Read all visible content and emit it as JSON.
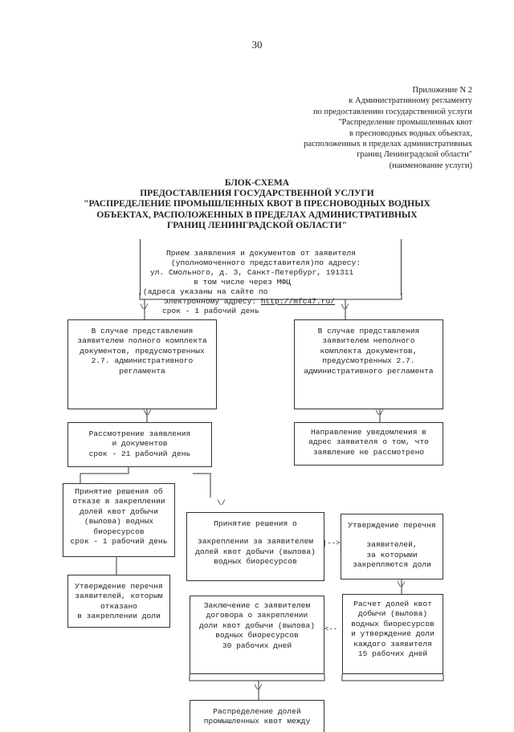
{
  "page_number": "30",
  "appendix": {
    "lines": [
      "Приложение N 2",
      "к Административному регламенту",
      "по предоставлению государственной услуги",
      "\"Распределение промышленных квот",
      "в пресноводных водных объектах,",
      "расположенных в пределах административных",
      "границ Ленинградской области\"",
      "(наименование услуги)"
    ]
  },
  "title": {
    "lines": [
      "БЛОК-СХЕМА",
      "ПРЕДОСТАВЛЕНИЯ ГОСУДАРСТВЕННОЙ УСЛУГИ",
      "\"РАСПРЕДЕЛЕНИЕ ПРОМЫШЛЕННЫХ КВОТ В ПРЕСНОВОДНЫХ ВОДНЫХ",
      "ОБЪЕКТАХ, РАСПОЛОЖЕННЫХ В ПРЕДЕЛАХ АДМИНИСТРАТИВНЫХ",
      "ГРАНИЦ ЛЕНИНГРАДСКОЙ ОБЛАСТИ\""
    ]
  },
  "flow": {
    "arrow_label": "\\/",
    "side_arrow": "|-->",
    "back_arrow": "<--",
    "intake": {
      "line1": "Прием заявления и документов от заявителя",
      "line2": "(уполномоченного представителя)по адресу:",
      "line3": "ул. Смольного, д. 3, Санкт-Петербург, 191311",
      "line4": "в том числе через МФЦ",
      "line5": "(адреса указаны на сайте по",
      "line6_prefix": "электронному адресу: ",
      "line6_link": "http://mfc47.ru/",
      "line7": "срок - 1 рабочий день"
    },
    "full_docs": {
      "lines": [
        "В случае представления",
        "заявителем полного комплекта",
        "документов, предусмотренных",
        "2.7. административного",
        "регламента"
      ]
    },
    "incomplete_docs": {
      "lines": [
        "В случае представления",
        "заявителем неполного",
        "комплекта документов,",
        "предусмотренных 2.7.",
        "административного регламента"
      ]
    },
    "review": {
      "lines": [
        "Рассмотрение заявления",
        "и документов",
        "срок - 21 рабочий день"
      ]
    },
    "notice": {
      "lines": [
        "Направление уведомления в",
        "адрес заявителя о том, что",
        "заявление не рассмотрено"
      ]
    },
    "refusal_decision": {
      "lines": [
        "Принятие решения об",
        "отказе в закреплении",
        "долей квот добычи",
        "(вылова) водных",
        "биоресурсов",
        "срок - 1 рабочий день"
      ]
    },
    "assign_decision": {
      "lines": [
        "Принятие решения о",
        "закреплении за заявителем",
        "долей квот добычи (вылова)",
        "водных биоресурсов"
      ]
    },
    "approve_list": {
      "lines": [
        "Утверждение перечня",
        "заявителей,",
        "за которыми",
        "закрепляются доли"
      ]
    },
    "refused_list": {
      "lines": [
        "Утверждение перечня",
        "заявителей, которым",
        "отказано",
        "в закреплении доли"
      ]
    },
    "contract": {
      "lines": [
        "Заключение с заявителем",
        "договора о закреплении",
        "доли квот добычи (вылова)",
        "водных биоресурсов",
        "30 рабочих дней"
      ]
    },
    "calc_shares": {
      "lines": [
        "Расчет долей квот",
        "добычи (вылова)",
        "водных биоресурсов",
        "и утверждение доли",
        "каждого заявителя",
        "15 рабочих дней"
      ]
    },
    "distribution": {
      "lines": [
        "Распределение долей",
        "промышленных квот между"
      ]
    }
  }
}
